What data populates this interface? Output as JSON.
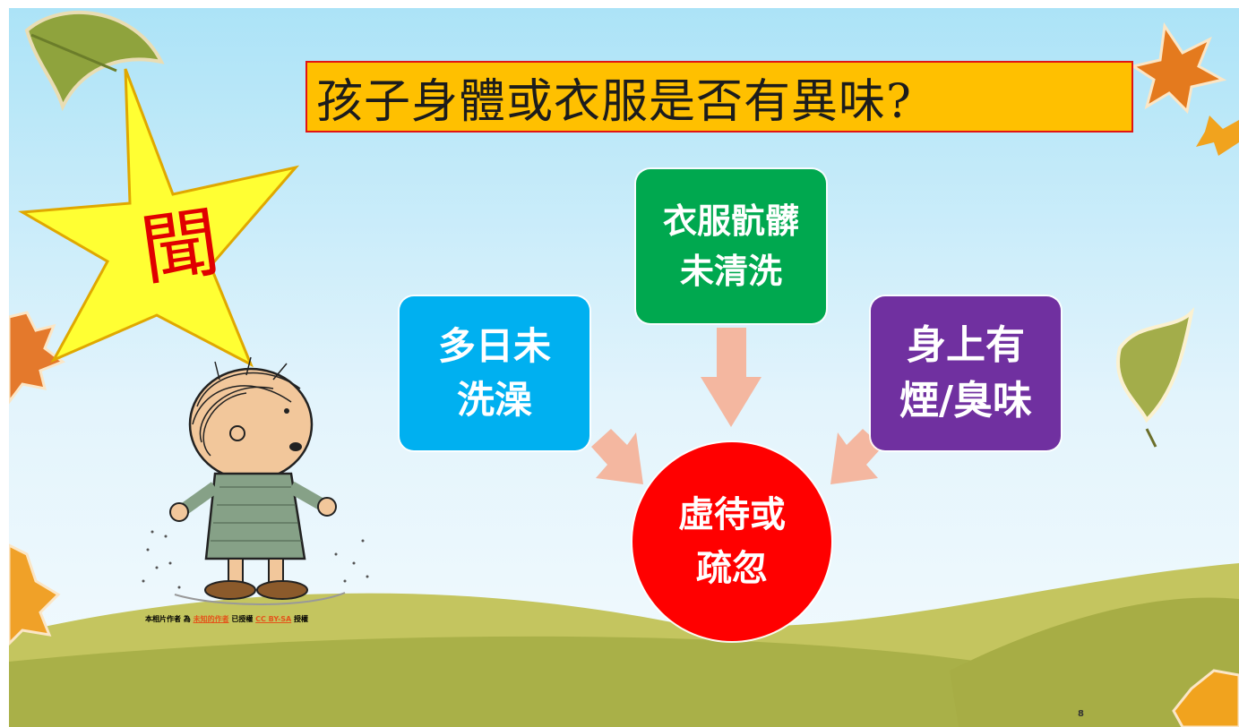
{
  "slide": {
    "title": "孩子身體或衣服是否有異味?",
    "star_char": "聞",
    "boxes": {
      "left": {
        "line1": "多日未",
        "line2": "洗澡"
      },
      "mid": {
        "line1": "衣服骯髒",
        "line2": "未清洗"
      },
      "right": {
        "line1": "身上有",
        "line2": "煙/臭味"
      }
    },
    "circle": {
      "line1": "虛待或",
      "line2": "疏忽"
    },
    "credit": {
      "prefix": "本相片作者 為 ",
      "author_link": "未知的作者",
      "middle": " 已授權 ",
      "license_link": "CC BY-SA",
      "suffix": " 授權"
    },
    "page_number": "8"
  },
  "colors": {
    "title_fill": "#ffc000",
    "title_border": "#e11414",
    "box_left": "#00b0f0",
    "box_mid": "#00a84f",
    "box_right": "#7030a0",
    "circle": "#ff0000",
    "arrow": "#f4b7a0",
    "star": "#ffff33",
    "hill": "#a9b048"
  }
}
